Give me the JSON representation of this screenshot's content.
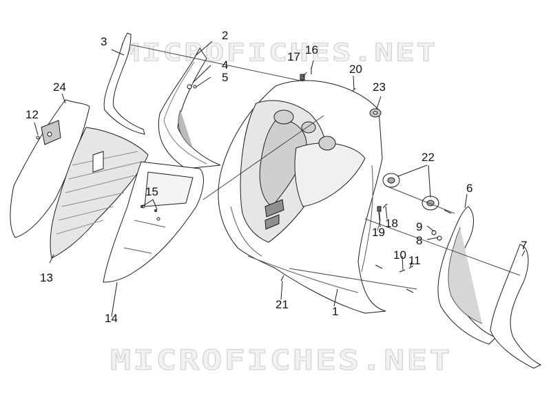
{
  "watermark": {
    "top": "MICROFICHES.NET",
    "bottom": "MICROFICHES.NET"
  },
  "callouts": [
    "1",
    "2",
    "3",
    "4",
    "5",
    "6",
    "7",
    "8",
    "9",
    "10",
    "11",
    "12",
    "13",
    "14",
    "15",
    "16",
    "17",
    "18",
    "19",
    "20",
    "21",
    "22",
    "23",
    "24"
  ],
  "colors": {
    "line": "#1a1a1a",
    "fill": "#ffffff",
    "shade": "#d9d9d9",
    "dark_shade": "#9a9a9a",
    "watermark_fill": "#f2f2f2",
    "watermark_stroke": "#cfcfcf"
  }
}
